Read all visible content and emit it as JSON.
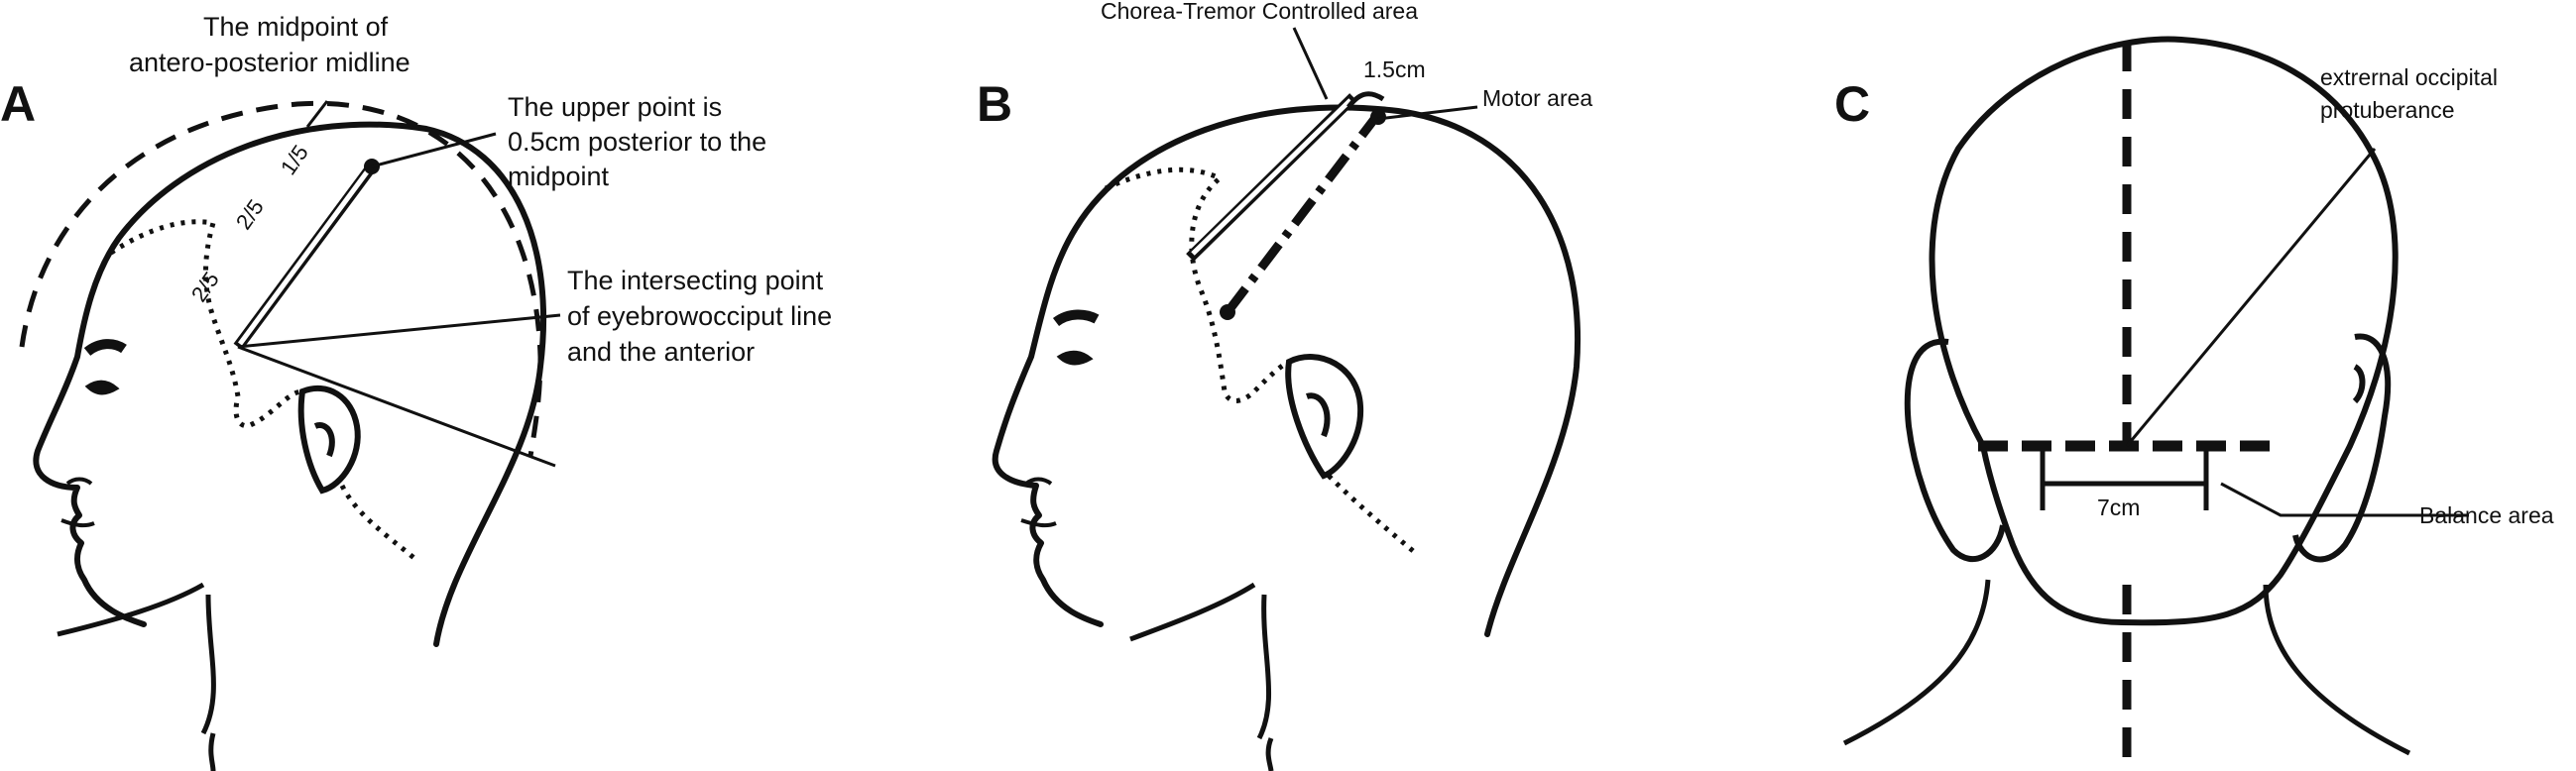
{
  "panels": {
    "a": "A",
    "b": "B",
    "c": "C"
  },
  "panel_a": {
    "midpoint_label": [
      "The midpoint of",
      "antero-posterior midline"
    ],
    "upper_point_label": [
      "The upper point is",
      "0.5cm posterior to the",
      "midpoint"
    ],
    "intersect_label": [
      "The intersecting point",
      "of eyebrowocciput line",
      "and the anterior"
    ],
    "fractions": [
      "1/5",
      "2/5",
      "2/5"
    ]
  },
  "panel_b": {
    "chorea_label": "Chorea-Tremor Controlled area",
    "offset_label": "1.5cm",
    "motor_label": "Motor area"
  },
  "panel_c": {
    "eop_label": [
      "extrernal occipital",
      "protuberance"
    ],
    "width_label": "7cm",
    "balance_label": "Balance area"
  },
  "colors": {
    "ink": "#111111",
    "background": "#ffffff"
  }
}
